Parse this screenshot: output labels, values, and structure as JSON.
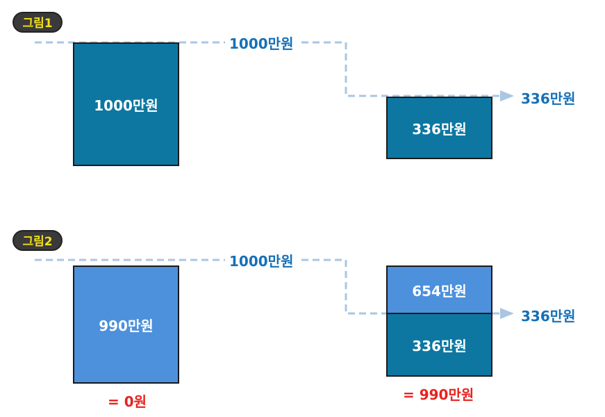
{
  "figure1": {
    "badge": "그림1",
    "top_label": "1000만원",
    "left_box": "1000만원",
    "right_box": "336만원",
    "arrow_label": "336만원"
  },
  "figure2": {
    "badge": "그림2",
    "top_label": "1000만원",
    "left_box": "990만원",
    "right_top_box": "654만원",
    "right_bottom_box": "336만원",
    "arrow_label": "336만원",
    "left_result": "= 0원",
    "right_result": "= 990만원"
  },
  "colors": {
    "dark_box": "#0d77a1",
    "light_box": "#4d90dc",
    "dashed_line": "#a9c6e3",
    "label_blue": "#1570b8",
    "result_red": "#e8231f",
    "badge_bg": "#3a3a3a",
    "badge_text": "#f4e01a"
  }
}
